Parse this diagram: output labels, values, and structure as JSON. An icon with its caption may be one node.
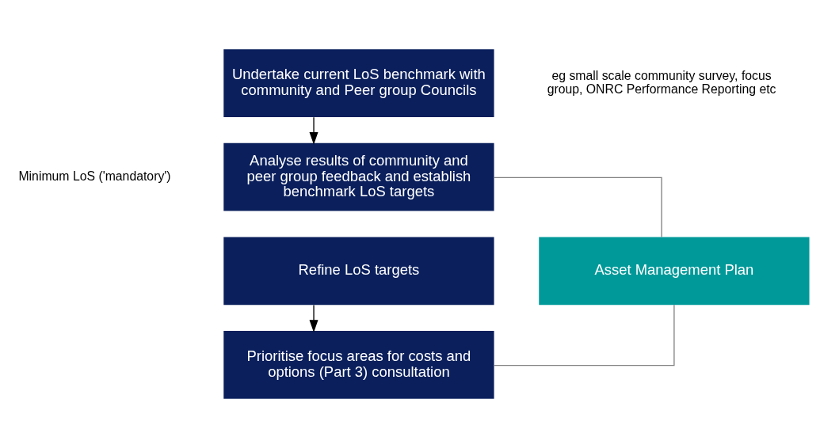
{
  "diagram": {
    "nodes": [
      {
        "text": [
          "Undertake current LoS benchmark with community and Peer group Councils"
        ]
      },
      {
        "text": [
          "Analyse results of community and peer group feedback and establish benchmark LoS targets"
        ]
      },
      {
        "text": [
          "Refine LoS targets"
        ]
      },
      {
        "text": [
          "Prioritise focus areas for costs and options (Part 3) consultation"
        ]
      },
      {
        "text": [
          "Asset Management Plan"
        ]
      }
    ],
    "edges": [
      {
        "from": 0,
        "to": 1,
        "arrow": "to"
      },
      {
        "from": 2,
        "to": 3,
        "arrow": "to"
      },
      {
        "from": 1,
        "to": 4,
        "arrow": "none",
        "color": "#808080"
      },
      {
        "from": 3,
        "to": 4,
        "arrow": "none",
        "color": "#808080"
      }
    ],
    "labels": [
      "eg small scale community survey, focus group, ONRC Performance Reporting etc",
      "Minimum LoS ('mandatory')"
    ]
  }
}
